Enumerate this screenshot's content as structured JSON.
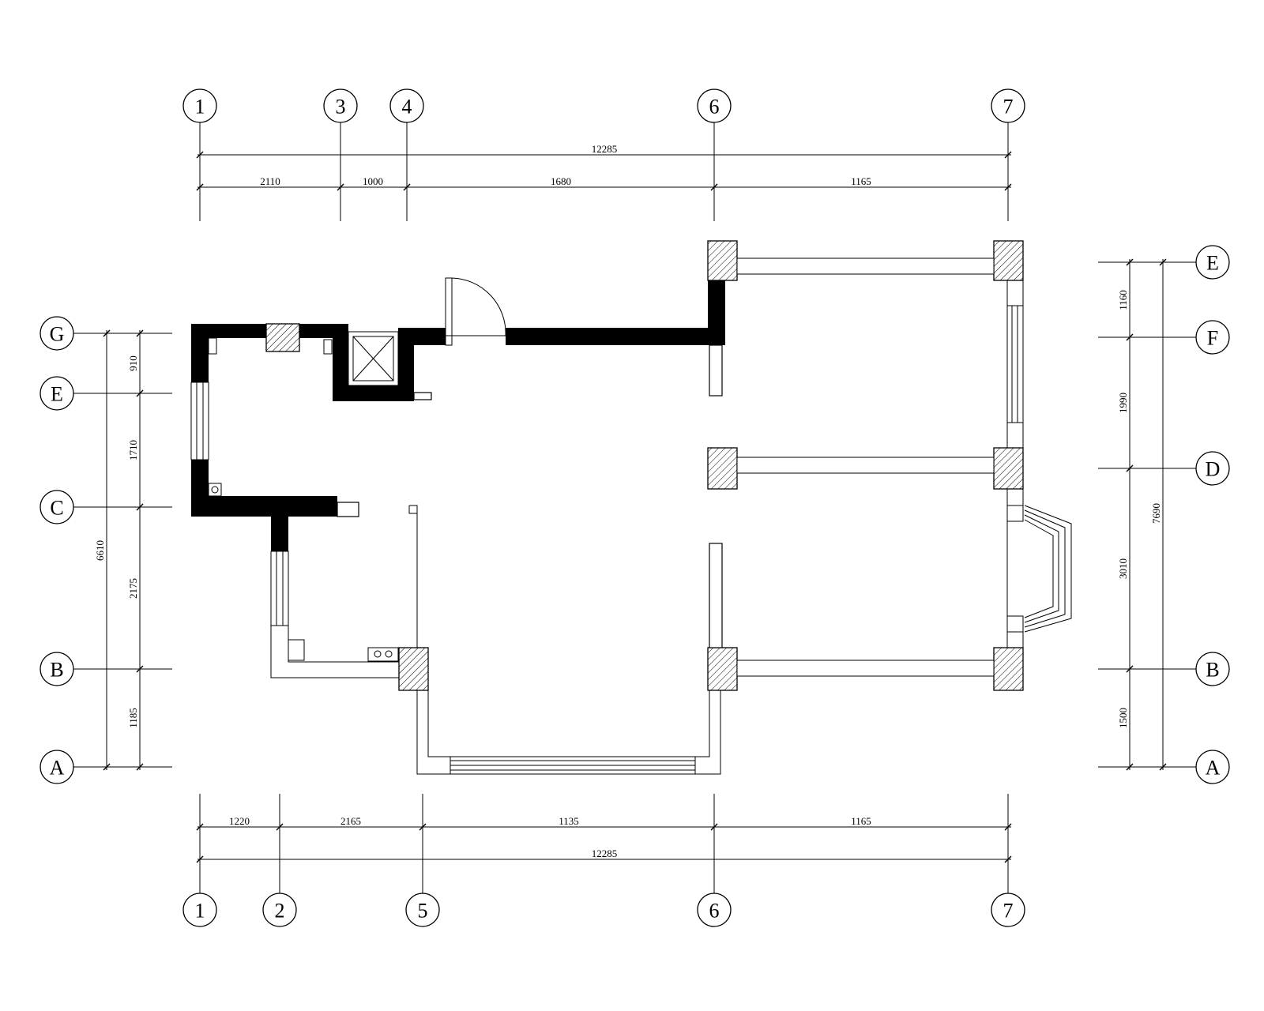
{
  "grid_top": [
    {
      "id": "top-1",
      "label": "1"
    },
    {
      "id": "top-3",
      "label": "3"
    },
    {
      "id": "top-4",
      "label": "4"
    },
    {
      "id": "top-6",
      "label": "6"
    },
    {
      "id": "top-7",
      "label": "7"
    }
  ],
  "grid_bottom": [
    {
      "id": "bot-1",
      "label": "1"
    },
    {
      "id": "bot-2",
      "label": "2"
    },
    {
      "id": "bot-5",
      "label": "5"
    },
    {
      "id": "bot-6",
      "label": "6"
    },
    {
      "id": "bot-7",
      "label": "7"
    }
  ],
  "grid_left": [
    {
      "id": "left-G",
      "label": "G"
    },
    {
      "id": "left-E",
      "label": "E"
    },
    {
      "id": "left-C",
      "label": "C"
    },
    {
      "id": "left-B",
      "label": "B"
    },
    {
      "id": "left-A",
      "label": "A"
    }
  ],
  "grid_right": [
    {
      "id": "right-E",
      "label": "E"
    },
    {
      "id": "right-F",
      "label": "F"
    },
    {
      "id": "right-D",
      "label": "D"
    },
    {
      "id": "right-B",
      "label": "B"
    },
    {
      "id": "right-A",
      "label": "A"
    }
  ],
  "dims_top": {
    "overall": "12285",
    "segments": [
      "2110",
      "1000",
      "1680",
      "1165"
    ]
  },
  "dims_bottom": {
    "overall": "12285",
    "segments": [
      "1220",
      "2165",
      "1135",
      "1165"
    ]
  },
  "dims_left": {
    "overall": "6610",
    "segments": [
      "910",
      "1710",
      "2175",
      "1185"
    ]
  },
  "dims_right": {
    "overall": "7690",
    "segments": [
      "1160",
      "1990",
      "3010",
      "1500"
    ]
  }
}
